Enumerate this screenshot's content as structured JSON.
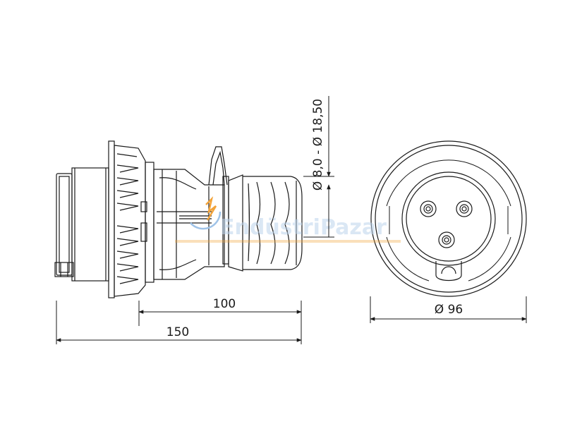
{
  "dimensions": {
    "length_100": "100",
    "length_150": "150",
    "diameter_96": "Ø 96",
    "cable_range": "Ø 8,0 - Ø 18,50"
  },
  "watermark": {
    "text": "EndüstriPazar"
  },
  "colors": {
    "line": "#1a1a1a",
    "watermark_blue": "#9fc3e8",
    "watermark_orange": "#f2a33a"
  }
}
